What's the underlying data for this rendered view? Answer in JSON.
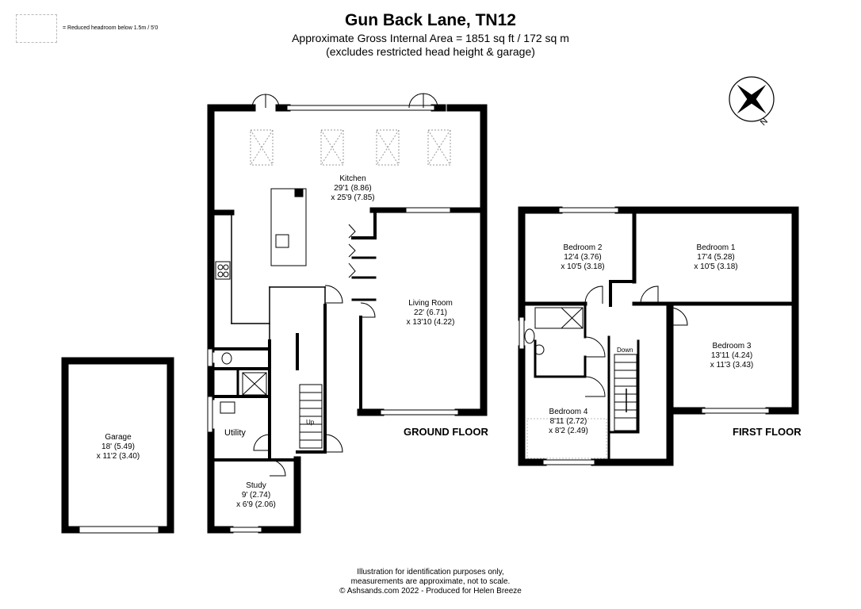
{
  "header": {
    "title": "Gun Back Lane, TN12",
    "area_line": "Approximate Gross Internal Area = 1851 sq ft / 172 sq m",
    "excludes_line": "(excludes restricted head height & garage)"
  },
  "legend": {
    "text": "= Reduced headroom below 1.5m / 5'0"
  },
  "compass": {
    "label": "N"
  },
  "floors": {
    "ground": "GROUND FLOOR",
    "first": "FIRST FLOOR"
  },
  "rooms": {
    "kitchen": {
      "name": "Kitchen",
      "dim1": "29'1 (8.86)",
      "dim2": "x 25'9 (7.85)"
    },
    "living": {
      "name": "Living Room",
      "dim1": "22' (6.71)",
      "dim2": "x 13'10 (4.22)"
    },
    "utility": {
      "name": "Utility"
    },
    "study": {
      "name": "Study",
      "dim1": "9' (2.74)",
      "dim2": "x 6'9 (2.06)"
    },
    "garage": {
      "name": "Garage",
      "dim1": "18' (5.49)",
      "dim2": "x 11'2 (3.40)"
    },
    "bed1": {
      "name": "Bedroom 1",
      "dim1": "17'4 (5.28)",
      "dim2": "x 10'5 (3.18)"
    },
    "bed2": {
      "name": "Bedroom 2",
      "dim1": "12'4 (3.76)",
      "dim2": "x 10'5 (3.18)"
    },
    "bed3": {
      "name": "Bedroom 3",
      "dim1": "13'11 (4.24)",
      "dim2": "x 11'3 (3.43)"
    },
    "bed4": {
      "name": "Bedroom 4",
      "dim1": "8'11 (2.72)",
      "dim2": "x 8'2 (2.49)"
    }
  },
  "stairs": {
    "up": "Up",
    "down": "Down"
  },
  "footer": {
    "line1": "Illustration for identification purposes only,",
    "line2": "measurements are approximate, not to scale.",
    "line3": "© Ashsands.com 2022 - Produced for Helen Breeze"
  }
}
